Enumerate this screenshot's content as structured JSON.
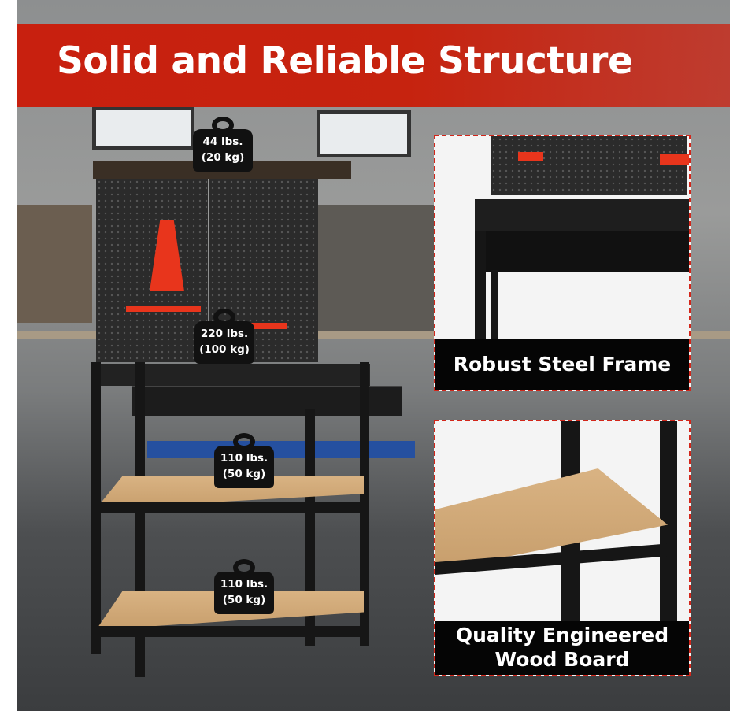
{
  "banner": {
    "title": "Solid and Reliable Structure"
  },
  "weights": [
    {
      "lbs": "44 lbs.",
      "kg": "(20 kg)"
    },
    {
      "lbs": "220 lbs.",
      "kg": "(100 kg)"
    },
    {
      "lbs": "110 lbs.",
      "kg": "(50 kg)"
    },
    {
      "lbs": "110 lbs.",
      "kg": "(50 kg)"
    }
  ],
  "panels": [
    {
      "caption": "Robust Steel Frame"
    },
    {
      "caption_line1": "Quality Engineered",
      "caption_line2": "Wood Board"
    }
  ],
  "colors": {
    "accent": "#c8200f",
    "frame": "#161616",
    "wood": "#d3aa78"
  }
}
